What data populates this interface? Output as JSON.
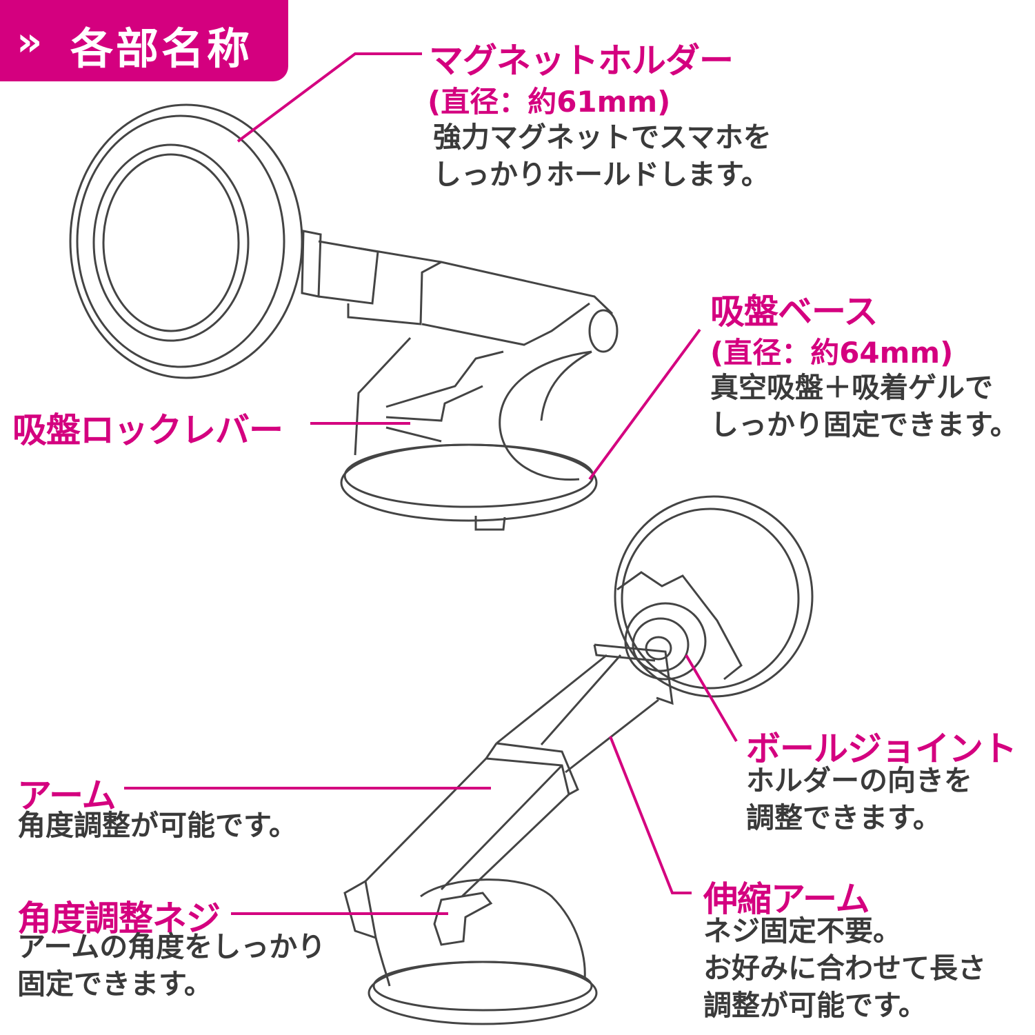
{
  "header": {
    "icon": "double-chevron-right-icon",
    "chevron": "»",
    "title": "各部名称"
  },
  "accent_color": "#d4007f",
  "parts": {
    "magnet_holder": {
      "label": "マグネットホルダー",
      "sub": "(直径：約61mm)",
      "desc": [
        "強力マグネットでスマホを",
        "しっかりホールドします。"
      ]
    },
    "suction_base": {
      "label": "吸盤ベース",
      "sub": "(直径：約64mm)",
      "desc": [
        "真空吸盤＋吸着ゲルで",
        "しっかり固定できます。"
      ]
    },
    "lock_lever": {
      "label": "吸盤ロックレバー"
    },
    "ball_joint": {
      "label": "ボールジョイント",
      "desc": [
        "ホルダーの向きを",
        "調整できます。"
      ]
    },
    "arm": {
      "label": "アーム",
      "desc": [
        "角度調整が可能です。"
      ]
    },
    "angle_screw": {
      "label": "角度調整ネジ",
      "desc": [
        "アームの角度をしっかり",
        "固定できます。"
      ]
    },
    "telescopic_arm": {
      "label": "伸縮アーム",
      "desc": [
        "ネジ固定不要。",
        "お好みに合わせて長さ",
        "調整が可能です。"
      ]
    }
  }
}
